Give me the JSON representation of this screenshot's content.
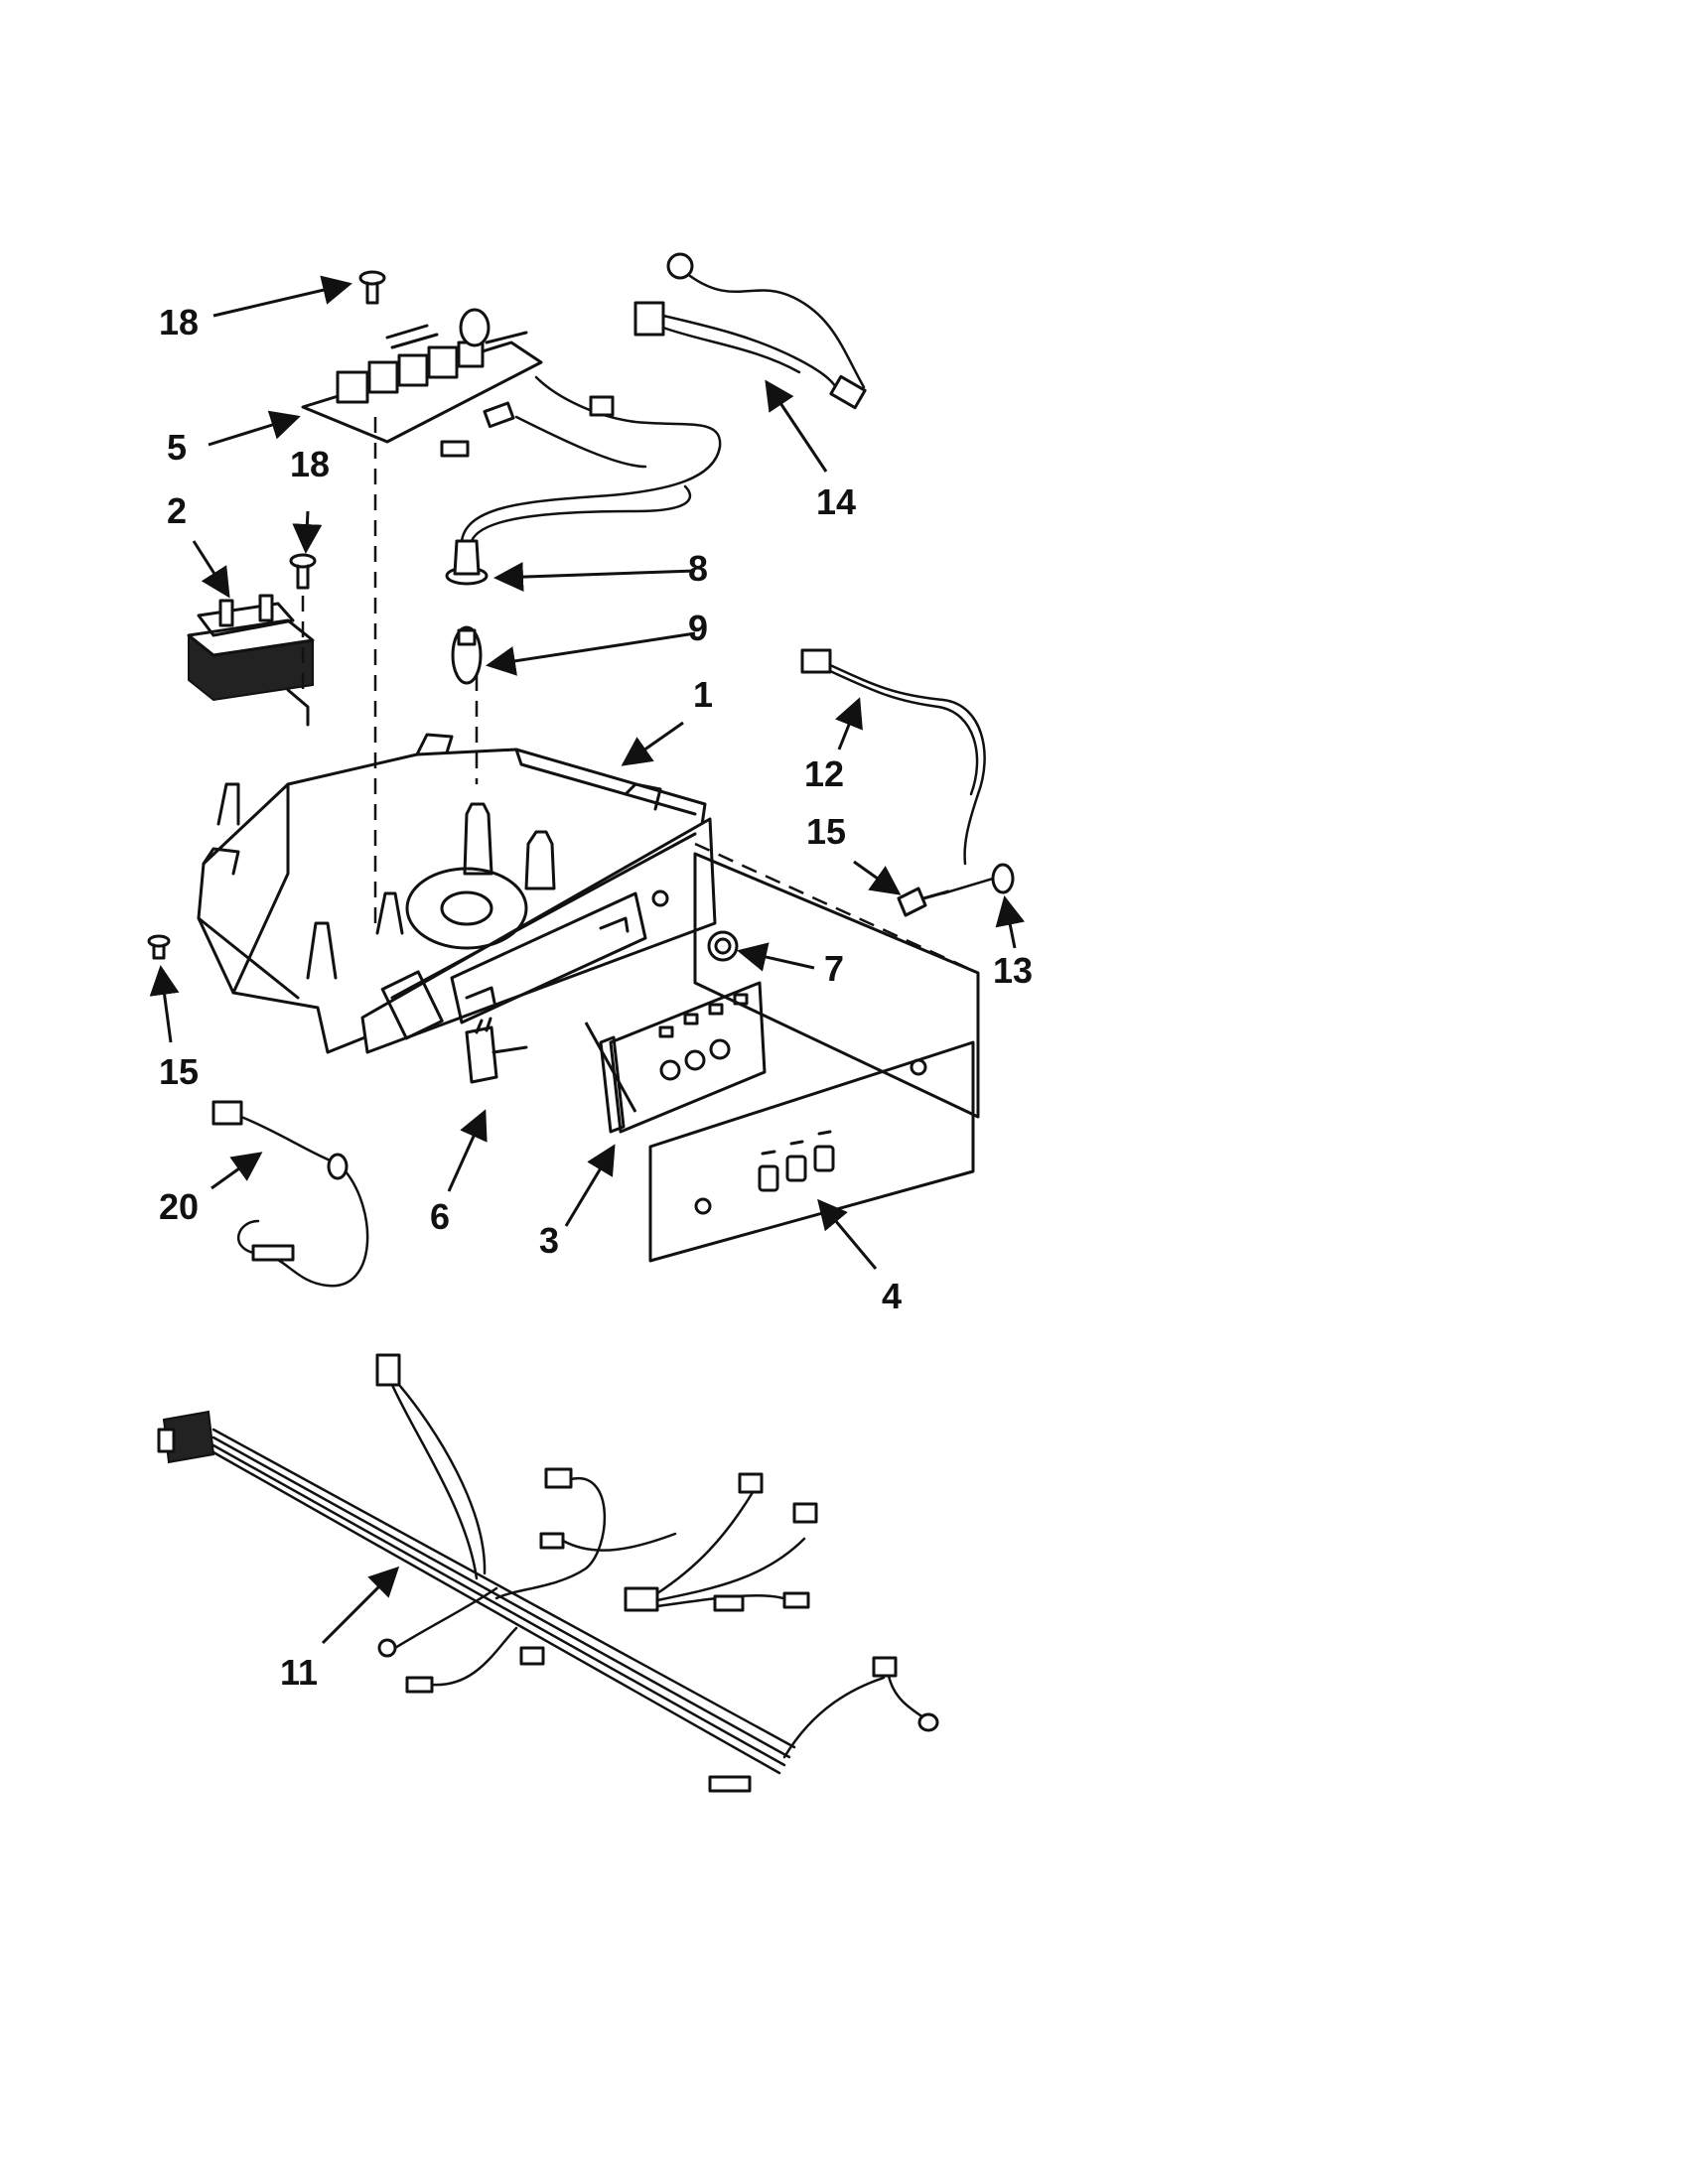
{
  "callouts": {
    "c1": "1",
    "c2": "2",
    "c3": "3",
    "c4": "4",
    "c5": "5",
    "c6": "6",
    "c7": "7",
    "c8": "8",
    "c9": "9",
    "c11": "11",
    "c12": "12",
    "c13": "13",
    "c14": "14",
    "c15a": "15",
    "c15b": "15",
    "c18a": "18",
    "c18b": "18",
    "c20": "20"
  }
}
